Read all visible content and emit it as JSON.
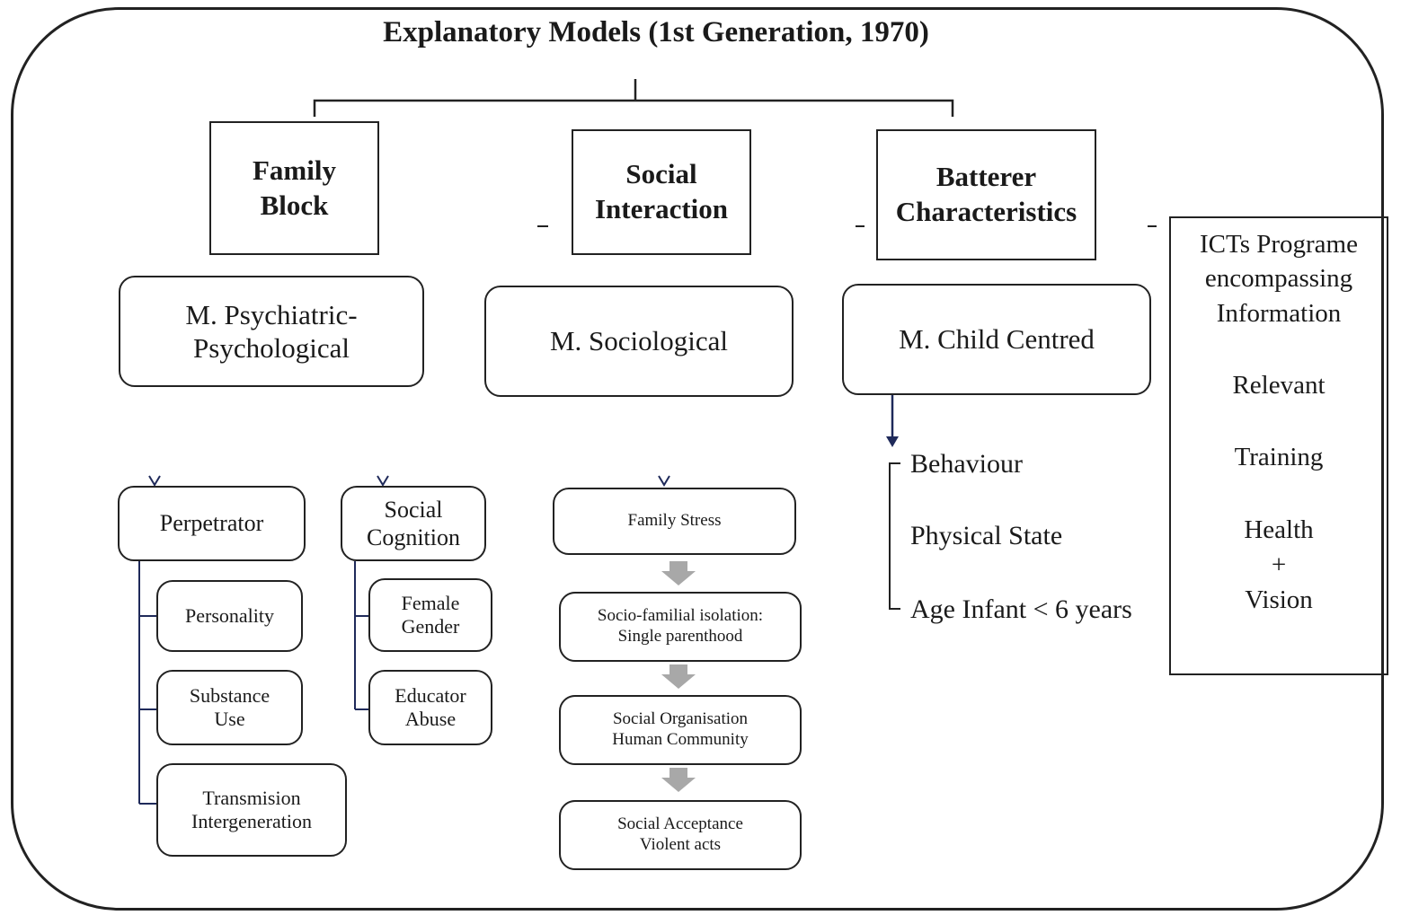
{
  "title": "Explanatory Models (1st Generation, 1970)",
  "blocks": {
    "family": "Family\nBlock",
    "social": "Social\nInteraction",
    "batterer": "Batterer\nCharacteristics"
  },
  "models": {
    "psychiatric": "M. Psychiatric-\nPsychological",
    "sociological": "M. Sociological",
    "child": "M. Child Centred"
  },
  "perpetrator": {
    "label": "Perpetrator",
    "items": [
      "Personality",
      "Substance\nUse",
      "Transmision\nIntergeneration"
    ]
  },
  "social_cognition": {
    "label": "Social\nCognition",
    "items": [
      "Female\nGender",
      "Educator\nAbuse"
    ]
  },
  "sociological_chain": [
    "Family Stress",
    "Socio-familial isolation:\nSingle parenthood",
    "Social  Organisation\nHuman Community",
    "Social Acceptance\nViolent acts"
  ],
  "child_items": [
    "Behaviour",
    "Physical  State",
    "Age Infant < 6 years"
  ],
  "icts": {
    "heading": "ICTs Programe\nencompassing\nInformation",
    "items": [
      "Relevant",
      "Training",
      "Health\n+\nVision"
    ]
  },
  "colors": {
    "line": "#222222",
    "connector": "#1f2a5a",
    "arrow": "#a8a8a8"
  }
}
